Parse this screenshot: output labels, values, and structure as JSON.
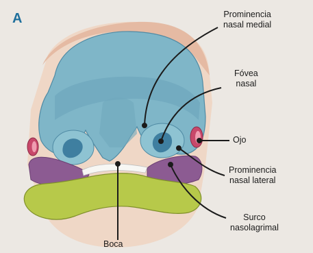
{
  "figure": {
    "panel_letter": "A",
    "labels": {
      "prominencia_medial": [
        "Prominencia",
        "nasal medial"
      ],
      "fovea_nasal": [
        "Fóvea",
        "nasal"
      ],
      "ojo": [
        "Ojo"
      ],
      "prominencia_lateral": [
        "Prominencia",
        "nasal lateral"
      ],
      "surco": [
        "Surco",
        "nasolagrimal"
      ],
      "boca": [
        "Boca"
      ]
    },
    "colors": {
      "frontonasal": "#7fb6c8",
      "frontonasal_dark": "#4f8aa4",
      "maxillary": "#8c5b92",
      "mandible": "#b7c94a",
      "eye": "#c8486a",
      "skin": "#e7c5ad",
      "pit": "#3f7fa0"
    }
  }
}
